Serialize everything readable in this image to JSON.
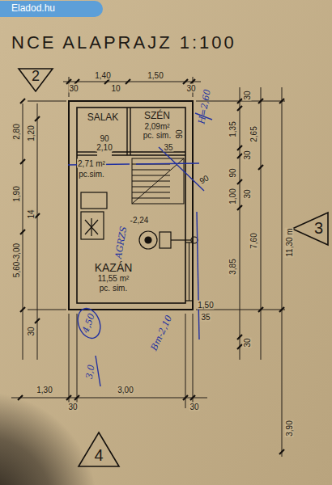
{
  "diagram": {
    "title": "NCE ALAPRAJZ 1:100",
    "nodes": [
      {
        "text": [
          "Eladod.hu"
        ]
      },
      {
        "text": [
          "2"
        ]
      },
      {
        "text": [
          "SALAK"
        ]
      },
      {
        "text": [
          "SZÉN",
          "2,09m²",
          "pc. sim."
        ]
      },
      {
        "text": [
          "KAZÁN",
          "11,55 m²",
          "pc. sim."
        ]
      },
      {
        "text": [
          "3"
        ]
      },
      {
        "text": [
          "4"
        ]
      }
    ],
    "labels": [
      "1,40",
      "10",
      "1,50",
      "30",
      "30",
      "2,80",
      "1,20",
      "1,90",
      "14",
      "5,60-3,00",
      "30",
      "1,30",
      "30",
      "3,00",
      "30",
      "30",
      "1,35",
      "2,65",
      "30",
      "90",
      "1,00",
      "30",
      "3,85",
      "7,60",
      "11,30 m",
      "30",
      "3,90",
      "90",
      "2,10",
      "90",
      "35",
      "2,71 m²",
      "pc.sim.",
      "90",
      "-2,24",
      "1,50",
      "35",
      "H=2,60",
      "AGRZS",
      "4,50",
      "Bm-2,10",
      "3,0"
    ]
  }
}
